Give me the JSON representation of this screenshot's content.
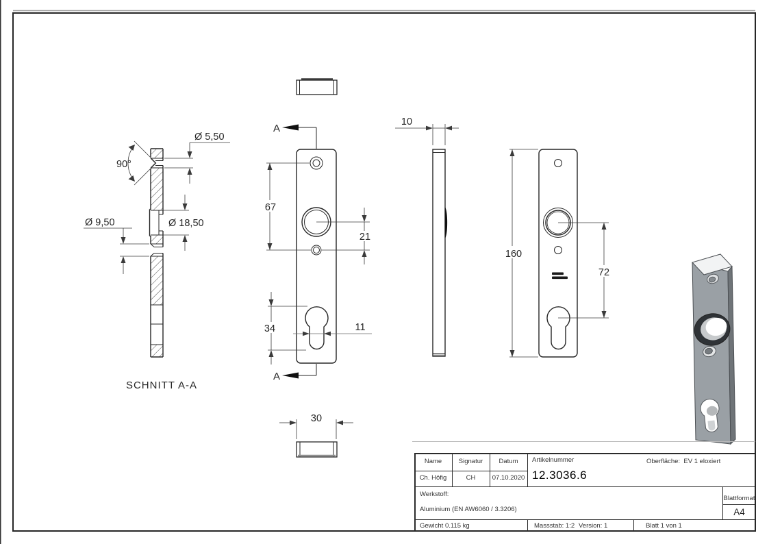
{
  "colors": {
    "line": "#262626",
    "dim_line": "#3a3a3a",
    "iso_front": "#9aa0a5",
    "iso_side": "#6f7478",
    "iso_top": "#f2f3f4"
  },
  "views": {
    "section": {
      "label": "SCHNITT A-A",
      "angle": "90°",
      "dia_top_hole": "Ø 5,50",
      "dia_mid_hole": "Ø 9,50",
      "dia_counterbore": "Ø 18,50"
    },
    "front": {
      "marker_top": "A",
      "marker_bottom": "A",
      "dim_hole_spacing": "67",
      "dim_hole_offset": "21",
      "dim_keyhole_height": "34",
      "dim_slot_width": "11",
      "dim_plate_width": "30"
    },
    "side": {
      "dim_thickness": "10"
    },
    "back": {
      "dim_height": "160",
      "dim_pz_distance": "72"
    }
  },
  "title_block": {
    "headers": {
      "name": "Name",
      "signatur": "Signatur",
      "datum": "Datum"
    },
    "values": {
      "name": "Ch. Höfig",
      "signatur": "CH",
      "datum": "07.10.2020"
    },
    "artikelnummer_label": "Artikelnummer",
    "artikelnummer": "12.3036.6",
    "oberflaeche": "Oberfläche:  EV 1 eloxiert",
    "werkstoff_label": "Werkstoff:",
    "werkstoff": "Aluminium (EN AW6060 / 3.3206)",
    "blattformat_label": "Blattformat",
    "blattformat": "A4",
    "gewicht": "Gewicht 0.115 kg",
    "massstab": "Massstab: 1:2",
    "version": "Version: 1",
    "blatt": "Blatt 1 von 1"
  }
}
